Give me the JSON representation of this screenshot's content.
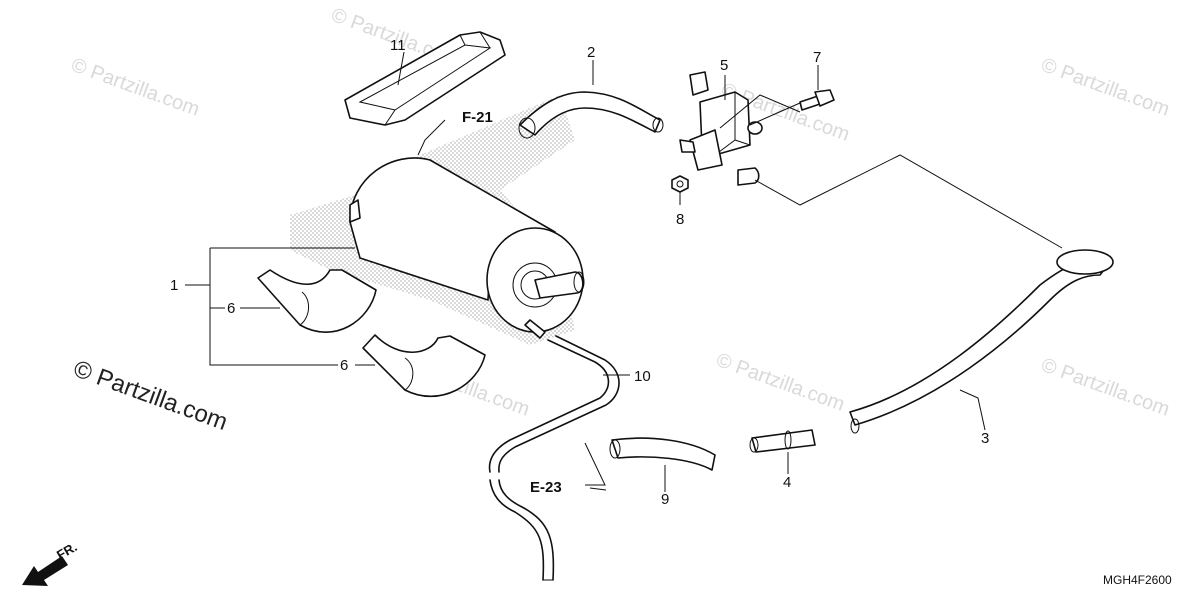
{
  "callouts": {
    "c1": "1",
    "c2": "2",
    "c3": "3",
    "c4": "4",
    "c5": "5",
    "c6a": "6",
    "c6b": "6",
    "c7": "7",
    "c8": "8",
    "c9": "9",
    "c10": "10",
    "c11": "11"
  },
  "references": {
    "f21": "F-21",
    "e23": "E-23"
  },
  "front_indicator": "FR.",
  "diagram_code": "MGH4F2600",
  "watermark": {
    "main": "© Partzilla.com",
    "faint": "© Partzilla.com"
  },
  "colors": {
    "line": "#111111",
    "watermark": "#d9d9d9"
  }
}
